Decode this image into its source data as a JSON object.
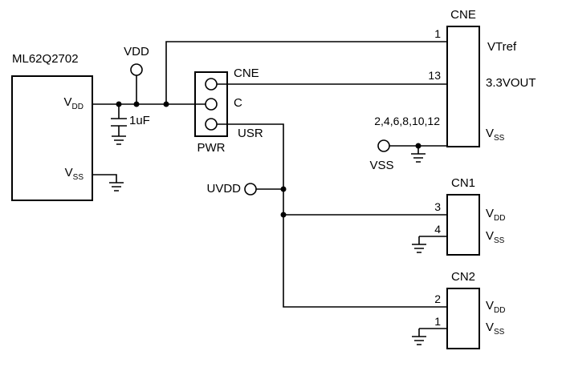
{
  "colors": {
    "line": "#000000",
    "background": "#ffffff"
  },
  "chip": {
    "title": "ML62Q2702",
    "pin_vdd": {
      "base": "V",
      "sub": "DD"
    },
    "pin_vss": {
      "base": "V",
      "sub": "SS"
    }
  },
  "power": {
    "vdd": "VDD",
    "cap": "1uF",
    "uvdd": "UVDD",
    "vss_terminal": "VSS"
  },
  "pwr_header": {
    "title": "PWR",
    "pin_cne": "CNE",
    "pin_c": "C",
    "pin_usr": "USR"
  },
  "cne": {
    "title": "CNE",
    "pin1": "1",
    "pin1_name": "VTref",
    "pin13": "13",
    "pin13_name": "3.3VOUT",
    "pins_vss": "2,4,6,8,10,12",
    "vss": {
      "base": "V",
      "sub": "SS"
    }
  },
  "cn1": {
    "title": "CN1",
    "pin3": "3",
    "pin4": "4",
    "vdd": {
      "base": "V",
      "sub": "DD"
    },
    "vss": {
      "base": "V",
      "sub": "SS"
    }
  },
  "cn2": {
    "title": "CN2",
    "pin2": "2",
    "pin1": "1",
    "vdd": {
      "base": "V",
      "sub": "DD"
    },
    "vss": {
      "base": "V",
      "sub": "SS"
    }
  }
}
